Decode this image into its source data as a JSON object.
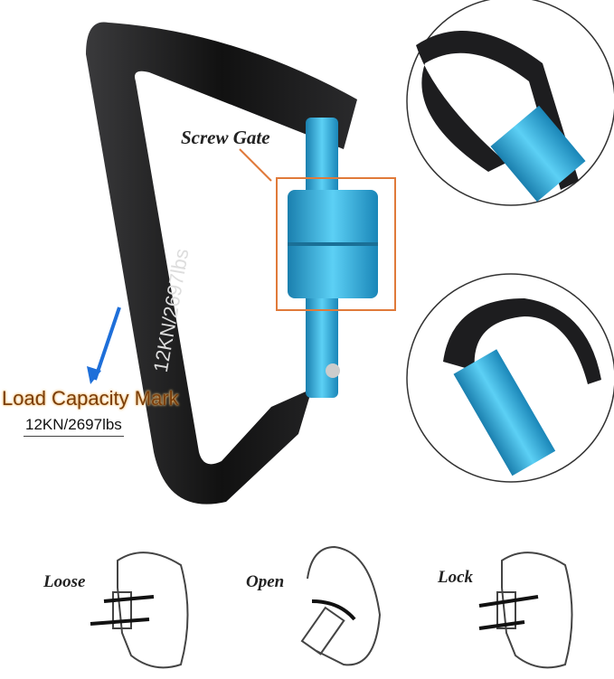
{
  "callouts": {
    "screw_gate": "Screw Gate",
    "load_capacity": "Load Capacity Mark",
    "rating": "12KN/2697lbs",
    "engraving": "12KN/2697lbs"
  },
  "steps": [
    {
      "label": "Loose"
    },
    {
      "label": "Open"
    },
    {
      "label": "Lock"
    }
  ],
  "colors": {
    "body": "#1c1c1e",
    "gate": "#2aa7d6",
    "callout_box": "#e07a3a",
    "arrow": "#1e6fd9"
  }
}
